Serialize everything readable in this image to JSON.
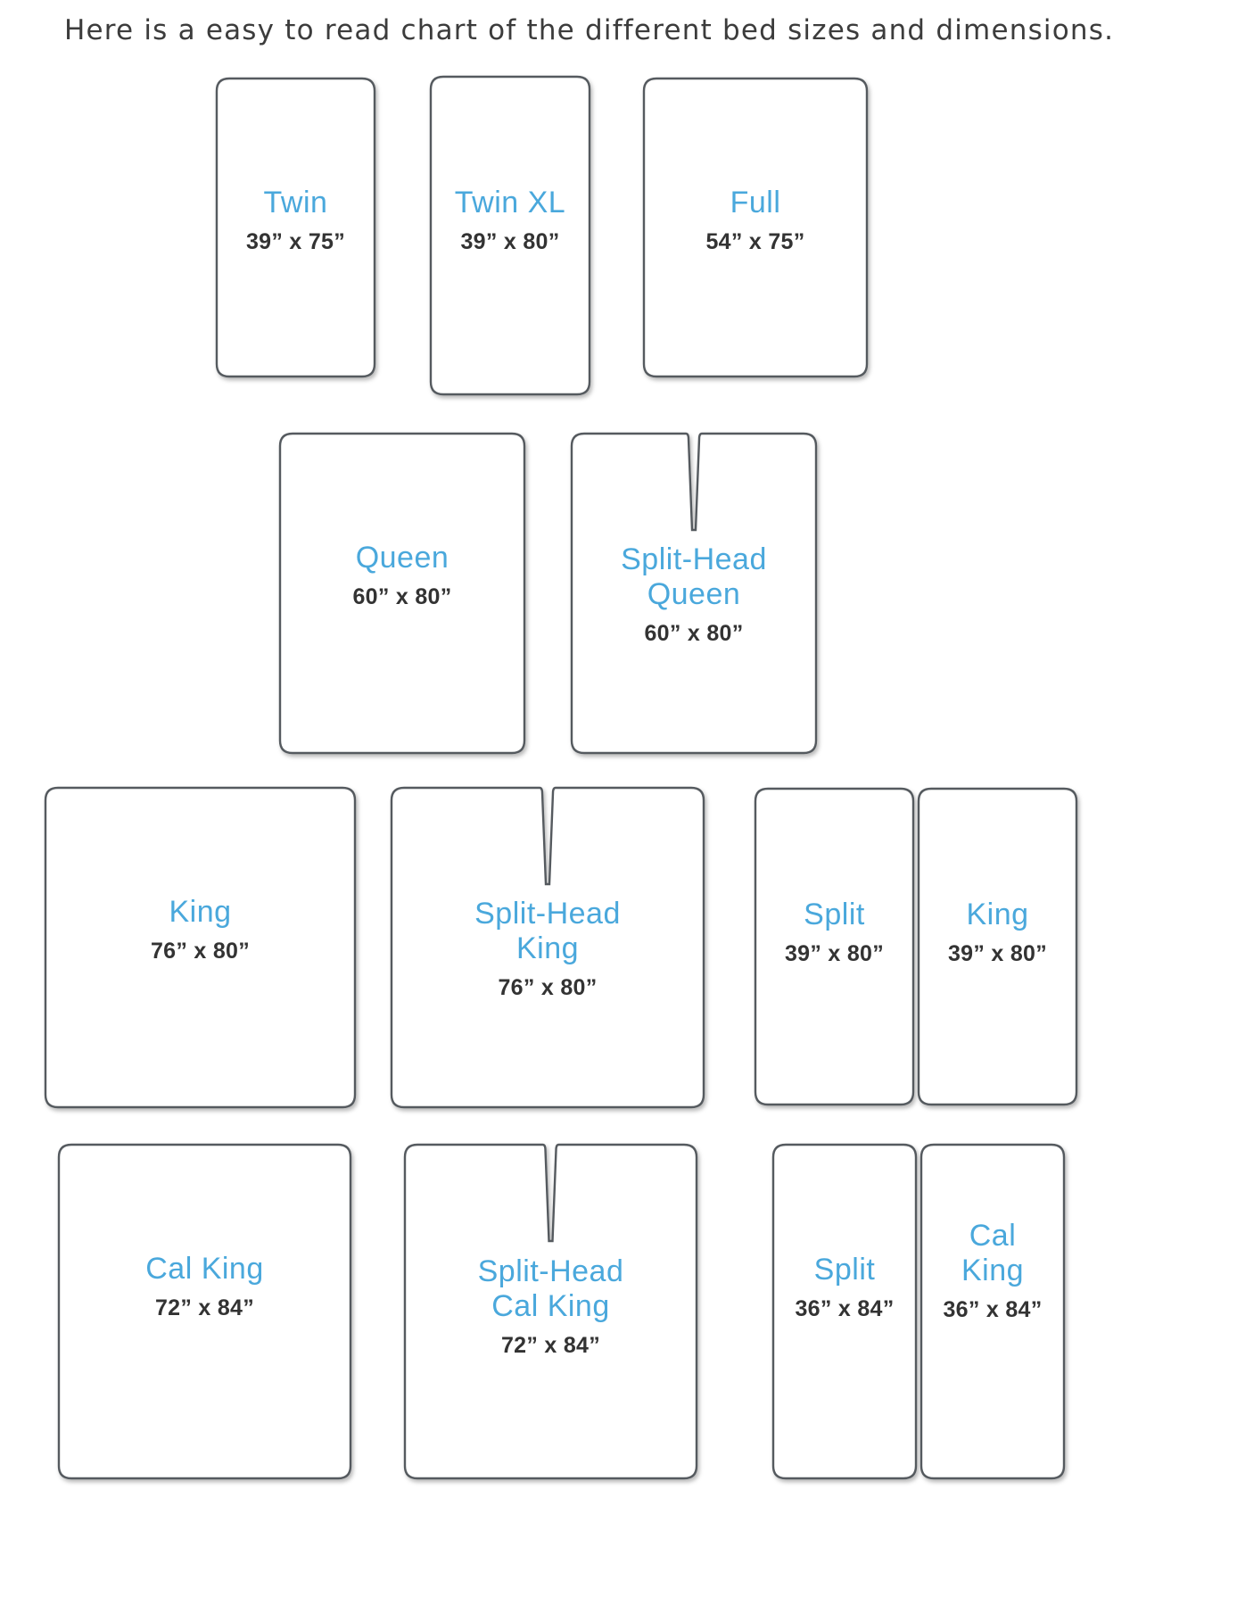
{
  "intro_text": "Here is a easy to read chart of the different bed sizes and dimensions.",
  "colors": {
    "name_text": "#4aa8dc",
    "dimension_text": "#333333",
    "outline": "#555a5e"
  },
  "beds": [
    {
      "id": "twin",
      "lines": [
        "Twin"
      ],
      "dims": "39” x 75”"
    },
    {
      "id": "twin-xl",
      "lines": [
        "Twin XL"
      ],
      "dims": "39” x 80”"
    },
    {
      "id": "full",
      "lines": [
        "Full"
      ],
      "dims": "54” x 75”"
    },
    {
      "id": "queen",
      "lines": [
        "Queen"
      ],
      "dims": "60” x 80”"
    },
    {
      "id": "split-head-queen",
      "lines": [
        "Split-Head",
        "Queen"
      ],
      "dims": "60” x 80”"
    },
    {
      "id": "king",
      "lines": [
        "King"
      ],
      "dims": "76” x 80”"
    },
    {
      "id": "split-head-king",
      "lines": [
        "Split-Head",
        "King"
      ],
      "dims": "76” x 80”"
    },
    {
      "id": "split-king-left",
      "lines": [
        "Split"
      ],
      "dims": "39” x 80”"
    },
    {
      "id": "split-king-right",
      "lines": [
        "King"
      ],
      "dims": "39” x 80”"
    },
    {
      "id": "cal-king",
      "lines": [
        "Cal King"
      ],
      "dims": "72” x 84”"
    },
    {
      "id": "split-head-cal-king",
      "lines": [
        "Split-Head",
        "Cal King"
      ],
      "dims": "72” x 84”"
    },
    {
      "id": "split-cal-king-left",
      "lines": [
        "Split"
      ],
      "dims": "36” x 84”"
    },
    {
      "id": "split-cal-king-right",
      "lines": [
        "Cal",
        "King"
      ],
      "dims": "36” x 84”"
    }
  ]
}
